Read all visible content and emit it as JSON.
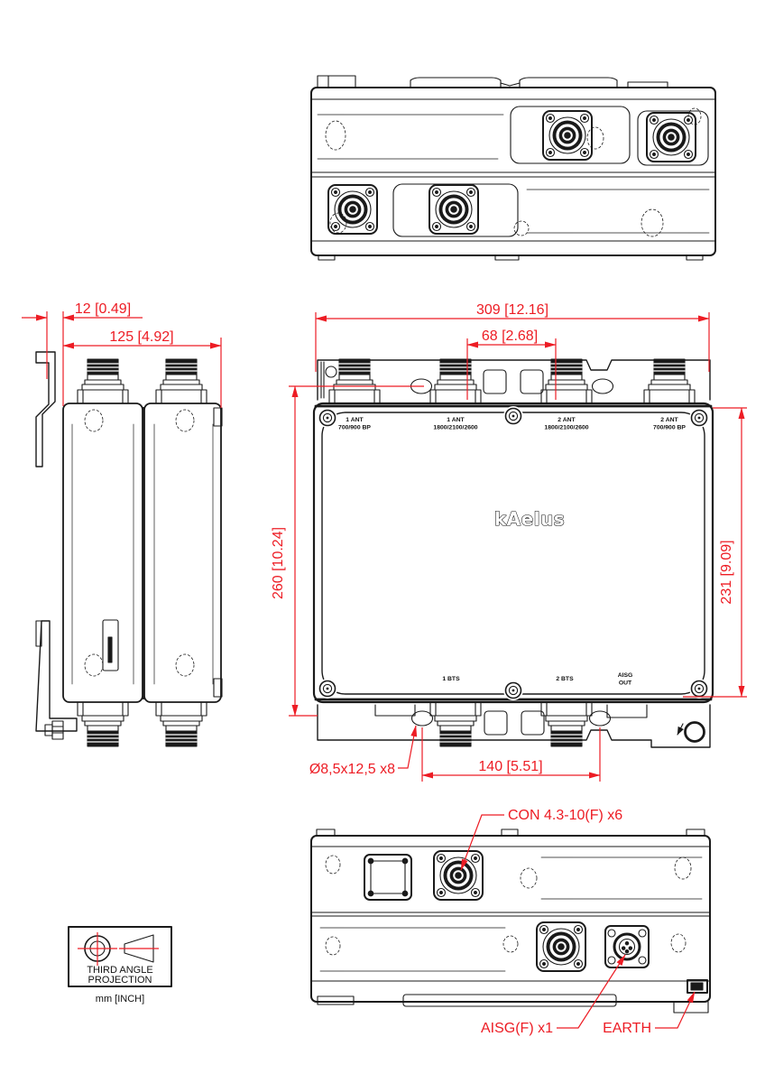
{
  "drawing": {
    "logo": "kAelus",
    "dims": {
      "offset": "12 [0.49]",
      "depth": "125 [4.92]",
      "width": "309 [12.16]",
      "port_pitch": "68 [2.68]",
      "height": "260 [10.24]",
      "body_height": "231 [9.09]",
      "hole_pitch": "140 [5.51]"
    },
    "callouts": {
      "hole": "Ø8,5x12,5 x8",
      "rf": "CON 4.3-10(F) x6",
      "aisg": "AISG(F) x1",
      "earth": "EARTH"
    },
    "ports": {
      "ant": [
        {
          "l1": "1 ANT",
          "l2": "700/900 BP"
        },
        {
          "l1": "1 ANT",
          "l2": "1800/2100/2600"
        },
        {
          "l1": "2 ANT",
          "l2": "1800/2100/2600"
        },
        {
          "l1": "2 ANT",
          "l2": "700/900 BP"
        }
      ],
      "bts1": "1 BTS",
      "bts2": "2 BTS",
      "aisg_l1": "AISG",
      "aisg_l2": "OUT"
    },
    "projection_box": {
      "line1": "THIRD ANGLE",
      "line2": "PROJECTION",
      "units": "mm [INCH]"
    },
    "colors": {
      "dimension": "#ed1c24",
      "line": "#1a1a1a",
      "background": "#ffffff"
    }
  }
}
